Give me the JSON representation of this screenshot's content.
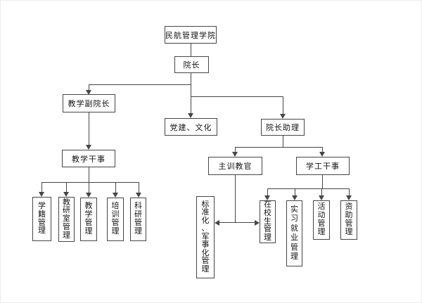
{
  "colors": {
    "line": "#454545",
    "box_border": "#454545",
    "box_background": "#ffffff",
    "text": "#141414",
    "page_background": "#ffffff"
  },
  "org_chart": {
    "nodes": {
      "root": "民航管理学院",
      "dean": "院长",
      "teaching_vice_dean": "教学副院长",
      "party_building_culture": "党建、文化",
      "dean_assistant": "院长助理",
      "teaching_officer": "教学干事",
      "chief_training_instructor": "主训教官",
      "student_affairs_officer": "学工干事",
      "student_roll_mgmt": "学籍管理",
      "teaching_research_office_mgmt": "教研室管理",
      "teaching_mgmt": "教学管理",
      "training_mgmt": "培训管理",
      "scientific_research_mgmt": "科研管理",
      "standardization_militarization_mgmt": "标准化、军事化管理",
      "enrolled_students_mgmt": "在校生管理",
      "internship_employment_mgmt": "实习就业管理",
      "activity_mgmt": "活动管理",
      "financial_aid_mgmt": "资助管理"
    },
    "edges": [
      [
        "民航管理学院",
        "院长"
      ],
      [
        "院长",
        "教学副院长"
      ],
      [
        "院长",
        "党建、文化"
      ],
      [
        "院长",
        "院长助理"
      ],
      [
        "教学副院长",
        "教学干事"
      ],
      [
        "教学干事",
        "学籍管理"
      ],
      [
        "教学干事",
        "教研室管理"
      ],
      [
        "教学干事",
        "教学管理"
      ],
      [
        "教学干事",
        "培训管理"
      ],
      [
        "教学干事",
        "科研管理"
      ],
      [
        "院长助理",
        "主训教官"
      ],
      [
        "院长助理",
        "学工干事"
      ],
      [
        "主训教官",
        "标准化、军事化管理"
      ],
      [
        "主训教官",
        "在校生管理"
      ],
      [
        "学工干事",
        "在校生管理"
      ],
      [
        "学工干事",
        "实习就业管理"
      ],
      [
        "学工干事",
        "活动管理"
      ],
      [
        "学工干事",
        "资助管理"
      ]
    ]
  }
}
